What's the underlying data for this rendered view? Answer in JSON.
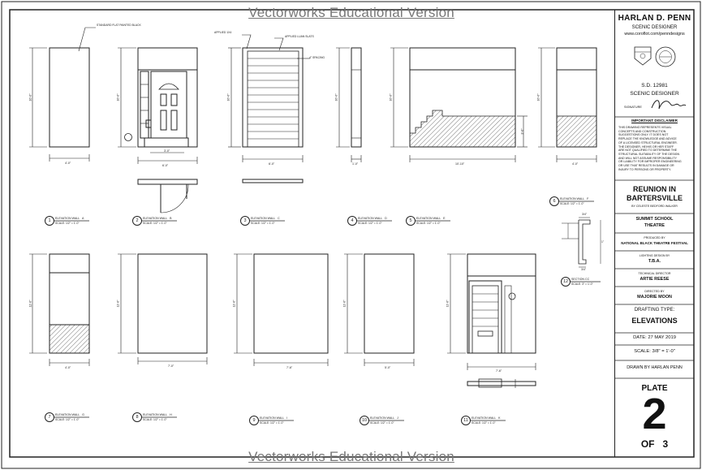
{
  "watermark": "Vectorworks Educational Version",
  "title_block": {
    "designer_name": "HARLAN D. PENN",
    "designer_role": "SCENIC DESIGNER",
    "website": "www.coroflot.com/penndesigns",
    "union_line1": "S.D. 12981",
    "union_line2": "SCENIC DESIGNER",
    "signature_label": "SIGNATURE",
    "disclaimer_title": "IMPORTANT DISCLAIMER",
    "disclaimer_lines": [
      "THIS DRAWING REPRESENTS VISUAL",
      "CONCEPTS AND CONSTRUCTION",
      "SUGGESTIONS ONLY. IT DOES NOT",
      "REPLACE THE KNOWLEDGE AND ADVICE",
      "OF A LICENSED STRUCTURAL ENGINEER.",
      "THE DESIGNER, HE/HIS OR HER STAFF",
      "ARE NOT QUALIFIED TO DETERMINE THE",
      "STRUCTURAL SUITABILITY OF THE DESIGN",
      "AND WILL NOT ASSUME RESPONSIBILITY",
      "OR LIABILITY FOR IMPROPER ENGINEERING",
      "OR USE THAT RESULTS IN DAMAGE OR",
      "INJURY TO PERSONS OR PROPERTY."
    ],
    "show_title_line1": "REUNION IN",
    "show_title_line2": "BARTERSVILLE",
    "playwright": "BY CELESTE BEDFORD WALKER",
    "venue_line1": "SUMMIT SCHOOL",
    "venue_line2": "THEATRE",
    "produced_by_label": "PRODUCED BY",
    "producer": "NATIONAL BLACK THEATRE FESTIVAL",
    "lighting_label": "LIGHTING DESIGN BY",
    "lighting_designer": "T.B.A.",
    "td_label": "TECHNICAL DIRECTOR",
    "technical_director": "ARTIE REESE",
    "director_label": "DIRECTED BY",
    "director": "MAJORIE MOON",
    "drafting_type_label": "DRAFTING TYPE:",
    "drafting_type": "ELEVATIONS",
    "date": "DATE: 27 MAY 2019",
    "scale": "SCALE: 3/8\" = 1'-0\"",
    "drawn_by": "DRAWN BY HARLAN PENN",
    "plate_label": "PLATE",
    "plate_number": "2",
    "plate_of": "OF",
    "plate_total": "3"
  },
  "notes": {
    "flat_note": "STANDARD FLAT PAINTED BLACK",
    "trim_note": "APPLIED 1X4",
    "slate_note": "APPLIED LUAN SLATS",
    "spacing_note": "4\" SPACING"
  },
  "dimensions": {
    "height_10": "10'-0\"",
    "height_11": "11'-0\"",
    "w_a": "4'-0\"",
    "w_b": "6'-0\"",
    "w_b_door": "3'-0\"",
    "w_c": "6'-0\"",
    "w_d": "1'-0\"",
    "w_e": "10'-10\"",
    "w_e_stair": "3'-0\"",
    "w_f": "4'-0\"",
    "w_g": "4'-0\"",
    "w_h": "7'-0\"",
    "w_i": "7'-6\"",
    "w_j": "5'-0\"",
    "w_k": "7'-6\"",
    "sec_a": "3/4\"",
    "sec_b": "1\"",
    "sec_c": "3/4\""
  },
  "labels": [
    {
      "num": "1",
      "title": "ELEVATION WALL   A",
      "scale": "SCALE: 1/2\" = 1'-0\""
    },
    {
      "num": "2",
      "title": "ELEVATION WALL   B",
      "scale": "SCALE: 1/2\" = 1'-0\""
    },
    {
      "num": "3",
      "title": "ELEVATION WALL   C",
      "scale": "SCALE: 1/2\" = 1'-0\""
    },
    {
      "num": "4",
      "title": "ELEVATION WALL   D",
      "scale": "SCALE: 1/2\" = 1'-0\""
    },
    {
      "num": "5",
      "title": "ELEVATION WALL   E",
      "scale": "SCALE: 1/2\" = 1'-0\""
    },
    {
      "num": "6",
      "title": "ELEVATION WALL   F",
      "scale": "SCALE: 1/2\" = 1'-0\""
    },
    {
      "num": "7",
      "title": "ELEVATION WALL   G",
      "scale": "SCALE: 1/2\" = 1'-0\""
    },
    {
      "num": "8",
      "title": "ELEVATION WALL   H",
      "scale": "SCALE: 1/2\" = 1'-0\""
    },
    {
      "num": "9",
      "title": "ELEVATION WALL   I",
      "scale": "SCALE: 1/2\" = 1'-0\""
    },
    {
      "num": "10",
      "title": "ELEVATION WALL   J",
      "scale": "SCALE: 1/2\" = 1'-0\""
    },
    {
      "num": "11",
      "title": "ELEVATION WALL   K",
      "scale": "SCALE: 1/2\" = 1'-0\""
    },
    {
      "num": "12",
      "title": "SECTION CC",
      "scale": "SCALE: 3\" = 1'-0\""
    }
  ]
}
